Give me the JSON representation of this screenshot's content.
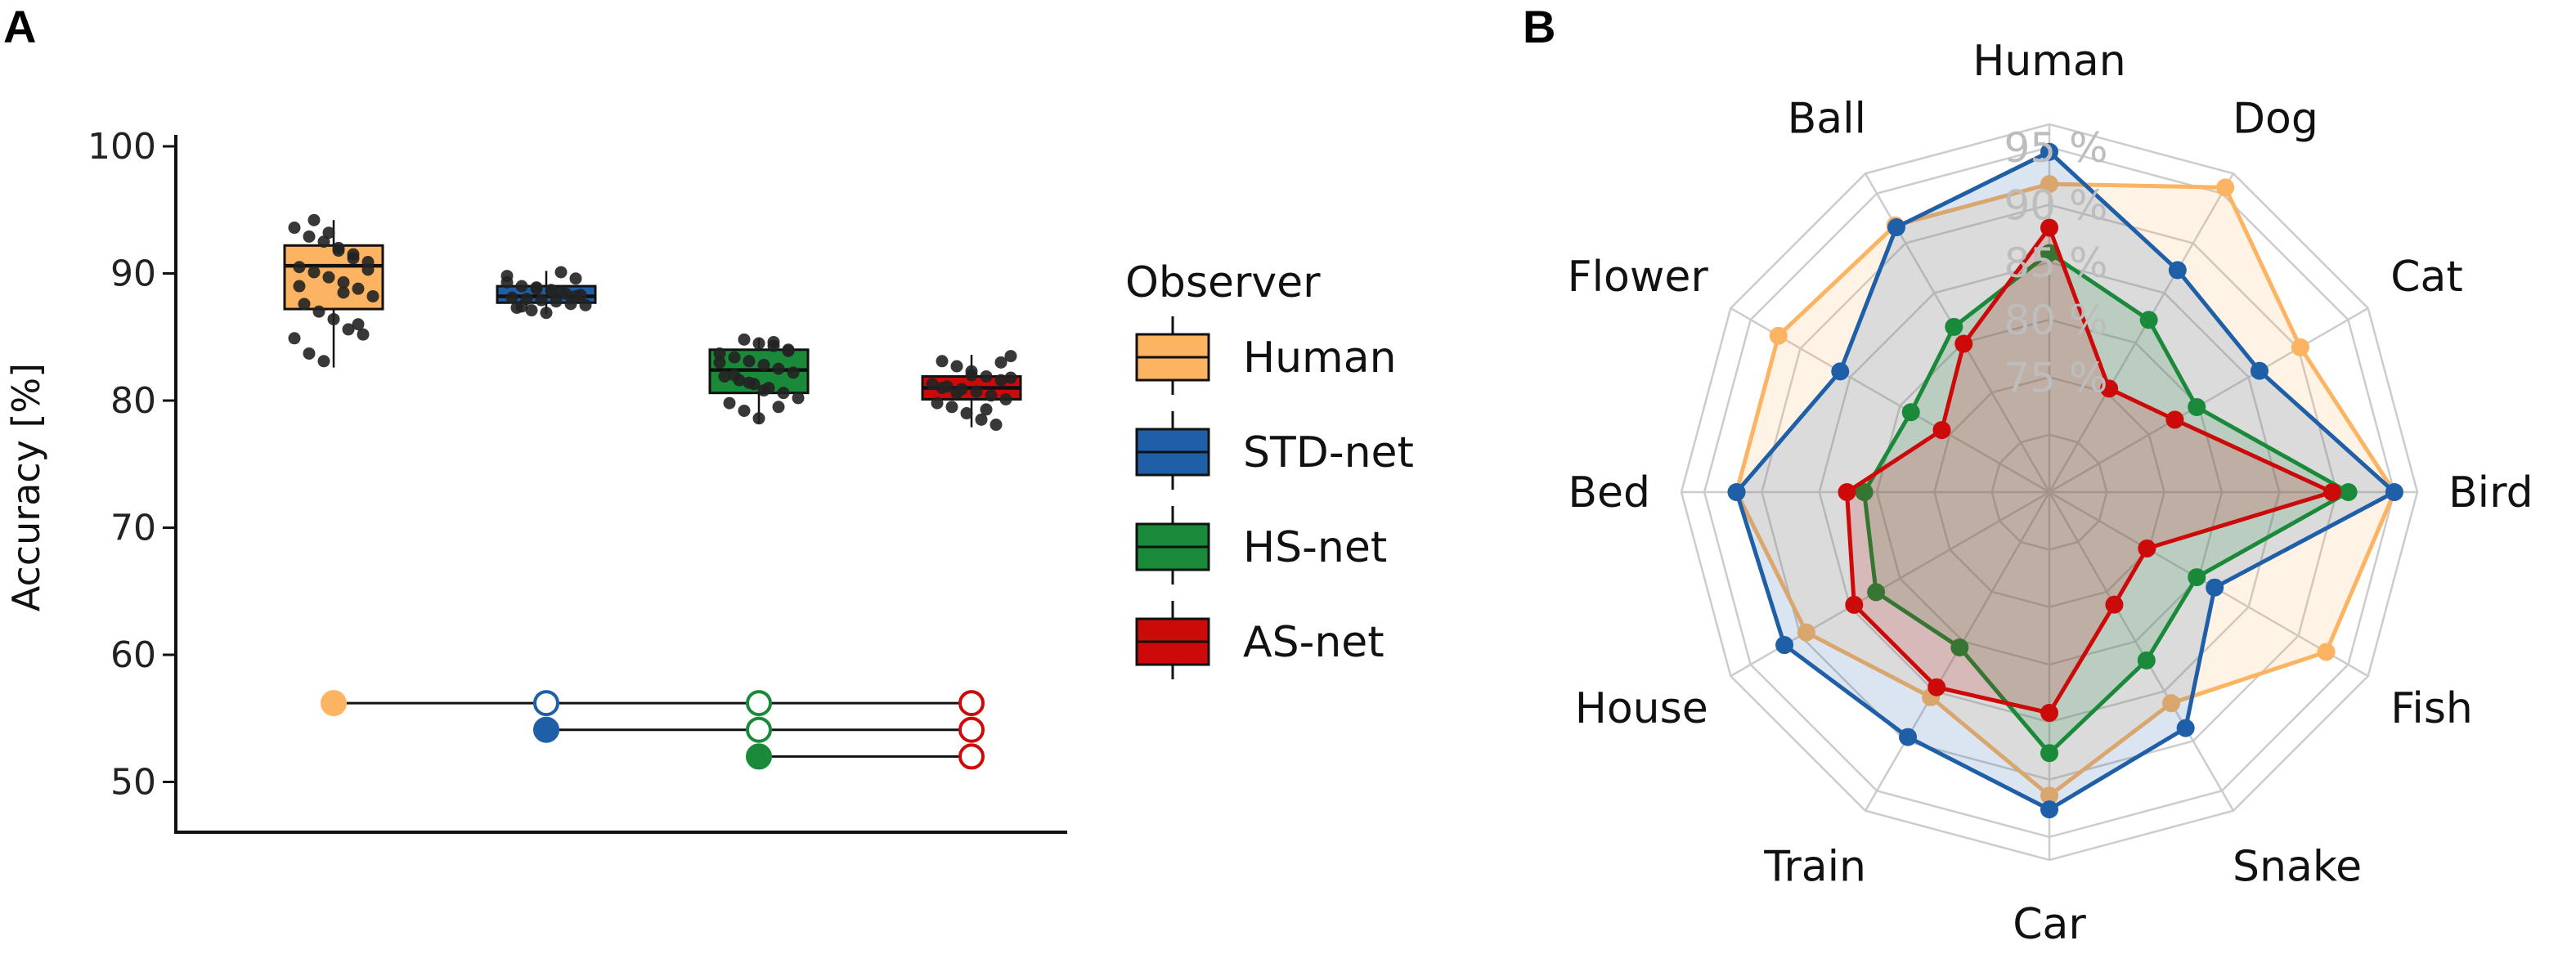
{
  "panels": {
    "a_letter": "A",
    "b_letter": "B"
  },
  "colors": {
    "Human": "#fdb462",
    "STD-net": "#1f5fa8",
    "HS-net": "#1a8a3a",
    "AS-net": "#cc0a0a"
  },
  "chart_data": [
    {
      "type": "box",
      "ylabel": "Accuracy [%]",
      "ylim": [
        48,
        103
      ],
      "yticks": [
        "50",
        "60",
        "70",
        "80",
        "90",
        "100"
      ],
      "legend": {
        "title": "Observer",
        "placement": "right",
        "entries": [
          "Human",
          "STD-net",
          "HS-net",
          "AS-net"
        ]
      },
      "series": [
        {
          "name": "Human",
          "q1": 87.2,
          "median": 90.6,
          "q3": 92.2,
          "whisker_low": 82.6,
          "whisker_high": 94.2,
          "points": [
            93.6,
            92.9,
            92.5,
            91.8,
            91.2,
            90.9,
            90.5,
            90.1,
            89.7,
            89.3,
            88.8,
            88.2,
            87.6,
            87.0,
            86.4,
            85.6,
            85.2,
            84.9,
            83.7,
            83.1,
            92.0,
            91.5,
            90.3,
            89.0,
            94.2,
            93.2,
            88.5,
            86.0
          ]
        },
        {
          "name": "STD-net",
          "q1": 87.7,
          "median": 88.2,
          "q3": 89.0,
          "whisker_low": 86.8,
          "whisker_high": 90.2,
          "points": [
            90.1,
            89.6,
            89.3,
            89.0,
            88.8,
            88.6,
            88.4,
            88.3,
            88.1,
            88.0,
            87.9,
            87.8,
            87.6,
            87.5,
            87.3,
            87.1,
            86.9,
            88.5,
            88.2,
            89.8,
            87.4,
            88.9,
            88.7
          ]
        },
        {
          "name": "HS-net",
          "q1": 80.6,
          "median": 82.4,
          "q3": 84.0,
          "whisker_low": 78.2,
          "whisker_high": 84.9,
          "points": [
            84.8,
            84.5,
            84.3,
            84.0,
            83.7,
            83.4,
            83.1,
            82.8,
            82.5,
            82.2,
            81.9,
            81.6,
            81.3,
            81.0,
            80.6,
            80.2,
            79.8,
            79.2,
            78.6,
            84.6,
            83.9,
            83.0,
            82.0,
            81.4,
            80.8,
            79.5
          ]
        },
        {
          "name": "AS-net",
          "q1": 80.1,
          "median": 81.0,
          "q3": 81.9,
          "whisker_low": 77.9,
          "whisker_high": 83.6,
          "points": [
            83.5,
            83.1,
            82.7,
            82.3,
            81.9,
            81.6,
            81.3,
            81.1,
            80.9,
            80.7,
            80.4,
            80.1,
            79.8,
            79.5,
            79.0,
            78.5,
            78.1,
            81.8,
            81.0,
            80.6,
            82.0,
            79.3,
            83.0
          ]
        }
      ],
      "comparisons": [
        {
          "from": "Human",
          "to": "AS-net",
          "level": 56.2
        },
        {
          "from": "STD-net",
          "to": "AS-net",
          "level": 54.1
        },
        {
          "from": "HS-net",
          "to": "AS-net",
          "level": 52.0
        }
      ]
    },
    {
      "type": "radar",
      "axes": [
        "Human",
        "Dog",
        "Cat",
        "Bird",
        "Fish",
        "Snake",
        "Car",
        "Train",
        "House",
        "Bed",
        "Flower",
        "Ball"
      ],
      "range": [
        65,
        97
      ],
      "ring_values": [
        70,
        75,
        80,
        85,
        90,
        95
      ],
      "ring_labels": [
        "",
        "75 %",
        "80 %",
        "85 %",
        "90 %",
        "95 %"
      ],
      "series": [
        {
          "name": "Human",
          "values": [
            91.8,
            95.6,
            90.2,
            95.0,
            92.8,
            86.2,
            91.4,
            85.6,
            89.4,
            92.2,
            92.2,
            91.8
          ]
        },
        {
          "name": "STD-net",
          "values": [
            94.6,
            87.3,
            86.1,
            95.0,
            81.6,
            88.7,
            92.6,
            89.6,
            91.6,
            92.2,
            86.0,
            91.6
          ]
        },
        {
          "name": "HS-net",
          "values": [
            85.8,
            82.3,
            79.8,
            91.0,
            79.8,
            81.9,
            87.7,
            80.6,
            82.4,
            81.1,
            78.9,
            81.6
          ]
        },
        {
          "name": "AS-net",
          "values": [
            88.0,
            75.4,
            77.6,
            89.6,
            74.8,
            76.3,
            84.2,
            84.6,
            84.6,
            82.6,
            75.8,
            79.9
          ]
        }
      ]
    }
  ]
}
